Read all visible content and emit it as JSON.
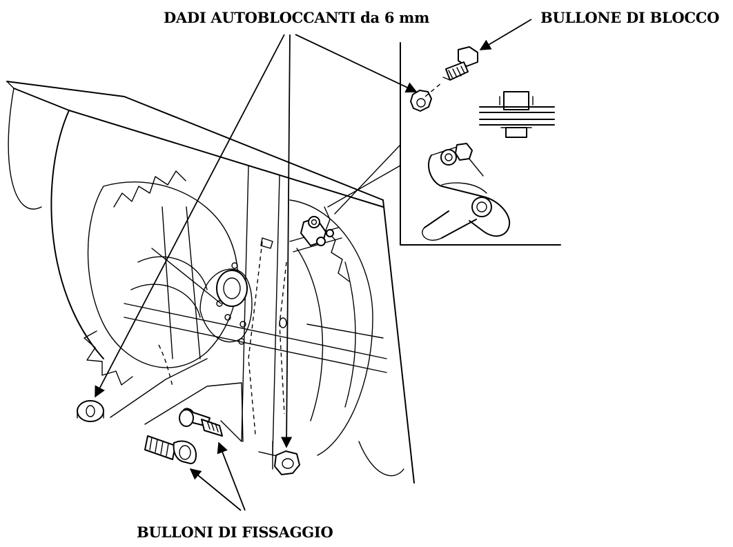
{
  "labels": {
    "self_locking_nuts": "DADI AUTOBLOCCANTI da 6 mm",
    "lock_bolt": "BULLONE DI BLOCCO",
    "mounting_bolts": "BULLONI DI FISSAGGIO"
  },
  "colors": {
    "ink": "#000000",
    "paper": "#ffffff"
  }
}
